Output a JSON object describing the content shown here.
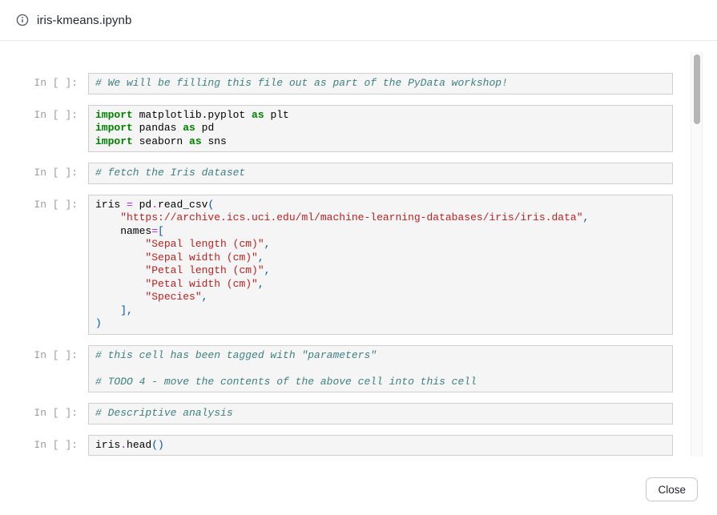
{
  "window": {
    "title": "iris-kmeans.ipynb"
  },
  "footer": {
    "close_label": "Close"
  },
  "syntax_colors": {
    "keyword": "#008000",
    "operator": "#aa22ff",
    "punct": "#0055aa",
    "string": "#ba2121",
    "comment": "#408080",
    "plain": "#000000"
  },
  "notebook": {
    "prompt": "In [ ]:",
    "cells": [
      {
        "lines": [
          [
            [
              "comment",
              "# We will be filling this file out as part of the PyData workshop!"
            ]
          ]
        ]
      },
      {
        "lines": [
          [
            [
              "keyword",
              "import"
            ],
            [
              "plain",
              " matplotlib.pyplot "
            ],
            [
              "keyword",
              "as"
            ],
            [
              "plain",
              " plt"
            ]
          ],
          [
            [
              "keyword",
              "import"
            ],
            [
              "plain",
              " pandas "
            ],
            [
              "keyword",
              "as"
            ],
            [
              "plain",
              " pd"
            ]
          ],
          [
            [
              "keyword",
              "import"
            ],
            [
              "plain",
              " seaborn "
            ],
            [
              "keyword",
              "as"
            ],
            [
              "plain",
              " sns"
            ]
          ]
        ]
      },
      {
        "lines": [
          [
            [
              "comment",
              "# fetch the Iris dataset"
            ]
          ]
        ]
      },
      {
        "lines": [
          [
            [
              "plain",
              "iris "
            ],
            [
              "operator",
              "="
            ],
            [
              "plain",
              " pd"
            ],
            [
              "operator",
              "."
            ],
            [
              "plain",
              "read_csv"
            ],
            [
              "punct",
              "("
            ]
          ],
          [
            [
              "plain",
              "    "
            ],
            [
              "string",
              "\"https://archive.ics.uci.edu/ml/machine-learning-databases/iris/iris.data\""
            ],
            [
              "punct",
              ","
            ]
          ],
          [
            [
              "plain",
              "    names"
            ],
            [
              "operator",
              "="
            ],
            [
              "punct",
              "["
            ]
          ],
          [
            [
              "plain",
              "        "
            ],
            [
              "string",
              "\"Sepal length (cm)\""
            ],
            [
              "punct",
              ","
            ]
          ],
          [
            [
              "plain",
              "        "
            ],
            [
              "string",
              "\"Sepal width (cm)\""
            ],
            [
              "punct",
              ","
            ]
          ],
          [
            [
              "plain",
              "        "
            ],
            [
              "string",
              "\"Petal length (cm)\""
            ],
            [
              "punct",
              ","
            ]
          ],
          [
            [
              "plain",
              "        "
            ],
            [
              "string",
              "\"Petal width (cm)\""
            ],
            [
              "punct",
              ","
            ]
          ],
          [
            [
              "plain",
              "        "
            ],
            [
              "string",
              "\"Species\""
            ],
            [
              "punct",
              ","
            ]
          ],
          [
            [
              "plain",
              "    "
            ],
            [
              "punct",
              "],"
            ]
          ],
          [
            [
              "punct",
              ")"
            ]
          ]
        ]
      },
      {
        "lines": [
          [
            [
              "comment",
              "# this cell has been tagged with \"parameters\""
            ]
          ],
          [],
          [
            [
              "comment",
              "# TODO 4 - move the contents of the above cell into this cell"
            ]
          ]
        ]
      },
      {
        "lines": [
          [
            [
              "comment",
              "# Descriptive analysis"
            ]
          ]
        ]
      },
      {
        "lines": [
          [
            [
              "plain",
              "iris"
            ],
            [
              "operator",
              "."
            ],
            [
              "plain",
              "head"
            ],
            [
              "punct",
              "()"
            ]
          ]
        ]
      }
    ]
  }
}
